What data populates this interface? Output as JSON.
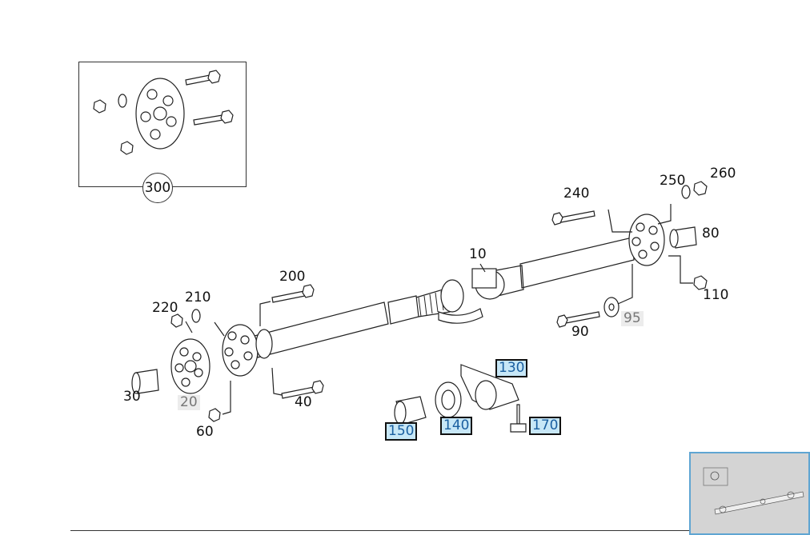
{
  "diagram": {
    "labels": {
      "p10": "10",
      "p20": "20",
      "p30": "30",
      "p40": "40",
      "p60": "60",
      "p80": "80",
      "p90": "90",
      "p95": "95",
      "p110": "110",
      "p130": "130",
      "p140": "140",
      "p150": "150",
      "p170": "170",
      "p200": "200",
      "p210": "210",
      "p220": "220",
      "p240": "240",
      "p250": "250",
      "p260": "260",
      "p300": "300"
    },
    "highlighted_parts": [
      "130",
      "140",
      "150",
      "170"
    ],
    "dimmed_parts": [
      "20",
      "95"
    ],
    "highlight_color": "#c7e7f7"
  },
  "thumbnail": {
    "icon": "diagram-thumbnail-icon"
  }
}
